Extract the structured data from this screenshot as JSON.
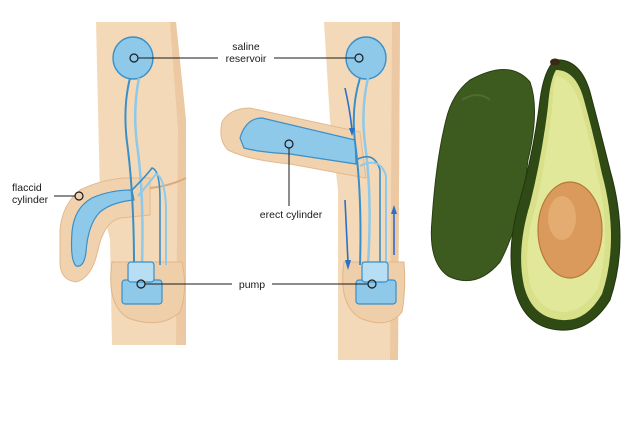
{
  "diagram": {
    "labels": {
      "saline_reservoir_line1": "saline",
      "saline_reservoir_line2": "reservoir",
      "flaccid_cylinder_line1": "flaccid",
      "flaccid_cylinder_line2": "cylinder",
      "erect_cylinder": "erect cylinder",
      "pump": "pump"
    },
    "colors": {
      "skin": "#f4d9b8",
      "skin_shadow": "#e8c39a",
      "device_blue": "#8ec9ea",
      "device_outline": "#3a8fc7",
      "arrow": "#2a6fc9",
      "leader": "#1a1a1a",
      "avocado_skin": "#3d5a1f",
      "avocado_flesh": "#d9e08a",
      "avocado_pit": "#d99a5b"
    }
  }
}
